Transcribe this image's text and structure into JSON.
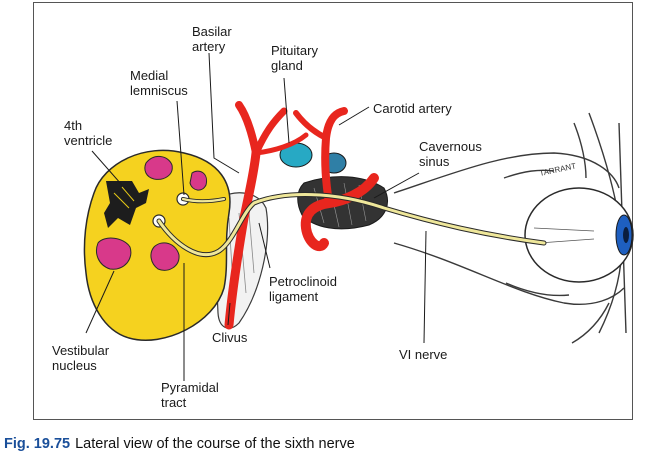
{
  "figure": {
    "number": "Fig. 19.75",
    "caption": "Lateral view of the course of the sixth nerve"
  },
  "labels": {
    "basilar_artery": "Basilar\nartery",
    "pituitary_gland": "Pituitary\ngland",
    "medial_lemniscus": "Medial\nlemniscus",
    "carotid_artery": "Carotid artery",
    "fourth_ventricle": "4th\nventricle",
    "cavernous_sinus": "Cavernous\nsinus",
    "petroclinoid_ligament": "Petroclinoid\nligament",
    "clivus": "Clivus",
    "vestibular_nucleus": "Vestibular\nnucleus",
    "vi_nerve": "VI nerve",
    "pyramidal_tract": "Pyramidal\ntract"
  },
  "signature": "TARRANT",
  "colors": {
    "brainstem": "#f5d21f",
    "nuclei": "#d8398a",
    "artery": "#e8261e",
    "nerve": "#efe79a",
    "ventricle": "#1d1d1d",
    "pituitary": "#27a9c4",
    "eye_iris": "#1e5fc0",
    "leader_line": "#1a1a1a",
    "fig_number": "#1a4f9a"
  }
}
